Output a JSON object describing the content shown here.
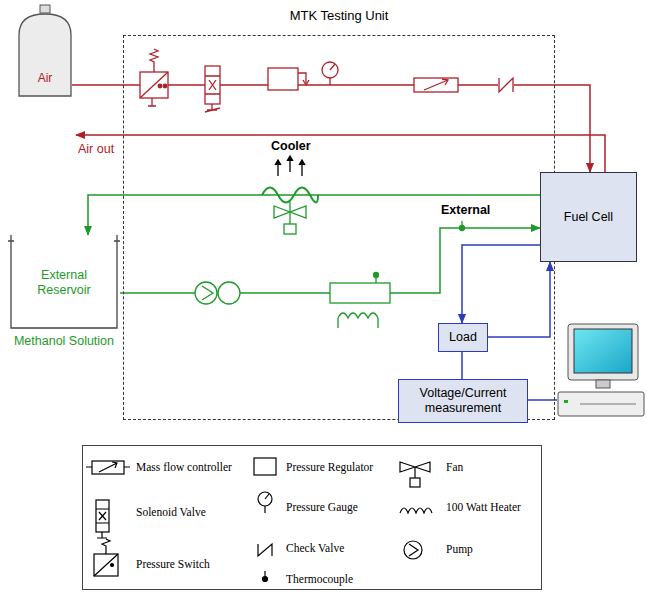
{
  "diagram": {
    "nodes": [
      {
        "text": [
          "MTK Testing Unit"
        ]
      },
      {
        "text": [
          "Air"
        ]
      },
      {
        "text": [
          "External Reservoir",
          "Methanol Solution"
        ]
      },
      {
        "text": [
          "Fuel Cell"
        ]
      },
      {
        "text": [
          "Load"
        ],
        "in": 0
      },
      {
        "text": [
          "Voltage/Current measurement"
        ],
        "in": 0
      }
    ],
    "edges": [
      {
        "from": 1,
        "to": 3,
        "arrow": "to"
      },
      {
        "from": 3,
        "to": 2,
        "arrow": "to"
      },
      {
        "from": 2,
        "to": 3,
        "arrow": "to"
      },
      {
        "from": 3,
        "to": 4,
        "arrow": "to"
      },
      {
        "from": 4,
        "to": 3,
        "arrow": "to"
      },
      {
        "from": 4,
        "to": 5,
        "arrow": "none"
      }
    ],
    "labels": [
      "Air out",
      "Cooler",
      "External"
    ],
    "legend": [
      {
        "text": "Mass flow controller"
      },
      {
        "text": "Solenoid Valve"
      },
      {
        "text": "Pressure Switch"
      },
      {
        "text": "Pressure Regulator"
      },
      {
        "text": "Pressure Gauge"
      },
      {
        "text": "Check Valve"
      },
      {
        "text": "Thermocouple"
      },
      {
        "text": "Fan"
      },
      {
        "text": "100 Watt Heater"
      },
      {
        "text": "Pump"
      }
    ]
  }
}
